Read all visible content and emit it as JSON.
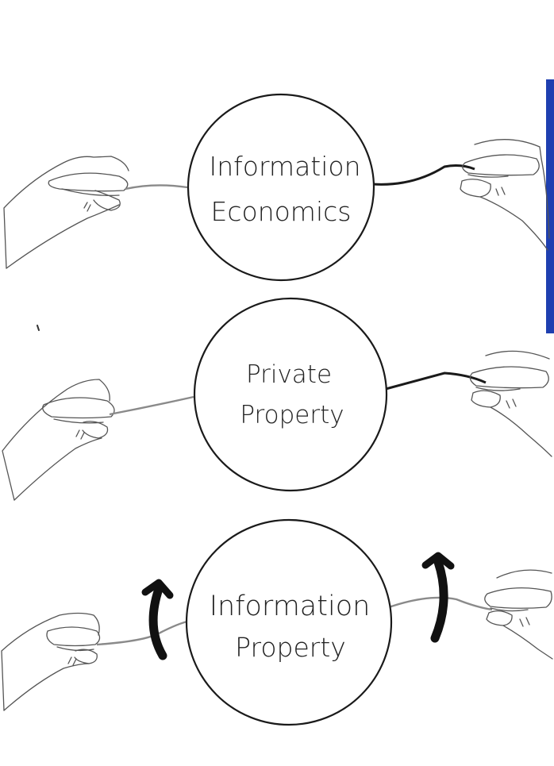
{
  "diagram": {
    "panels": [
      {
        "line1": "Information",
        "line2": "Economics",
        "tension_arrows": false
      },
      {
        "line1": "Private",
        "line2": "Property",
        "tension_arrows": false
      },
      {
        "line1": "Information",
        "line2": "Property",
        "tension_arrows": true
      }
    ],
    "colors": {
      "ink": "#1a1a1a",
      "pencil": "#555555",
      "edge_accent": "#1f3fb0"
    }
  }
}
